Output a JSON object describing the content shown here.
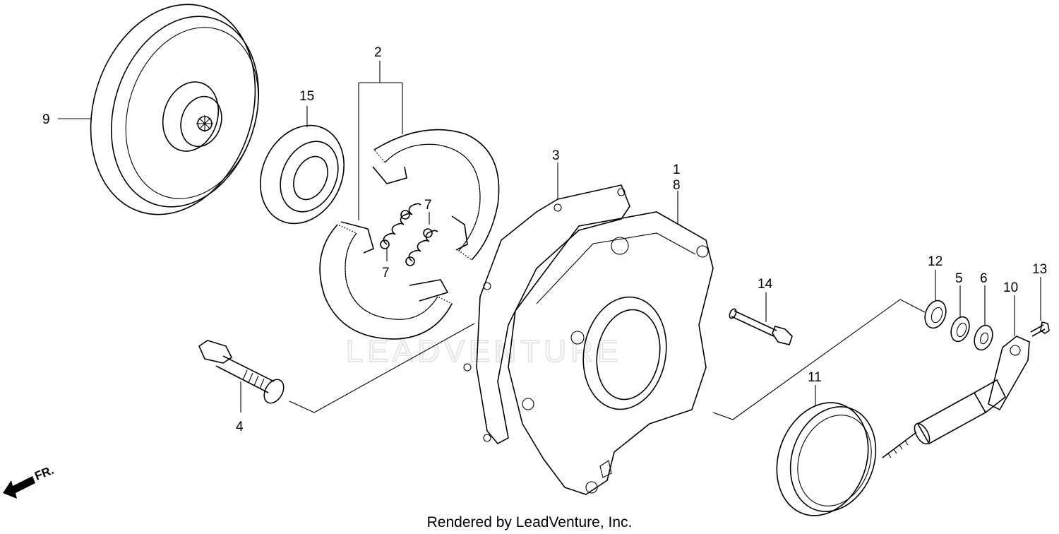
{
  "diagram": {
    "callouts": {
      "c1": "1",
      "c2": "2",
      "c3": "3",
      "c4": "4",
      "c5": "5",
      "c6": "6",
      "c7a": "7",
      "c7b": "7",
      "c8": "8",
      "c9": "9",
      "c10": "10",
      "c11": "11",
      "c12": "12",
      "c13": "13",
      "c14": "14",
      "c15": "15"
    },
    "direction_label": "FR.",
    "watermark": "LEADVENTURE",
    "footer": "Rendered by LeadVenture, Inc."
  }
}
